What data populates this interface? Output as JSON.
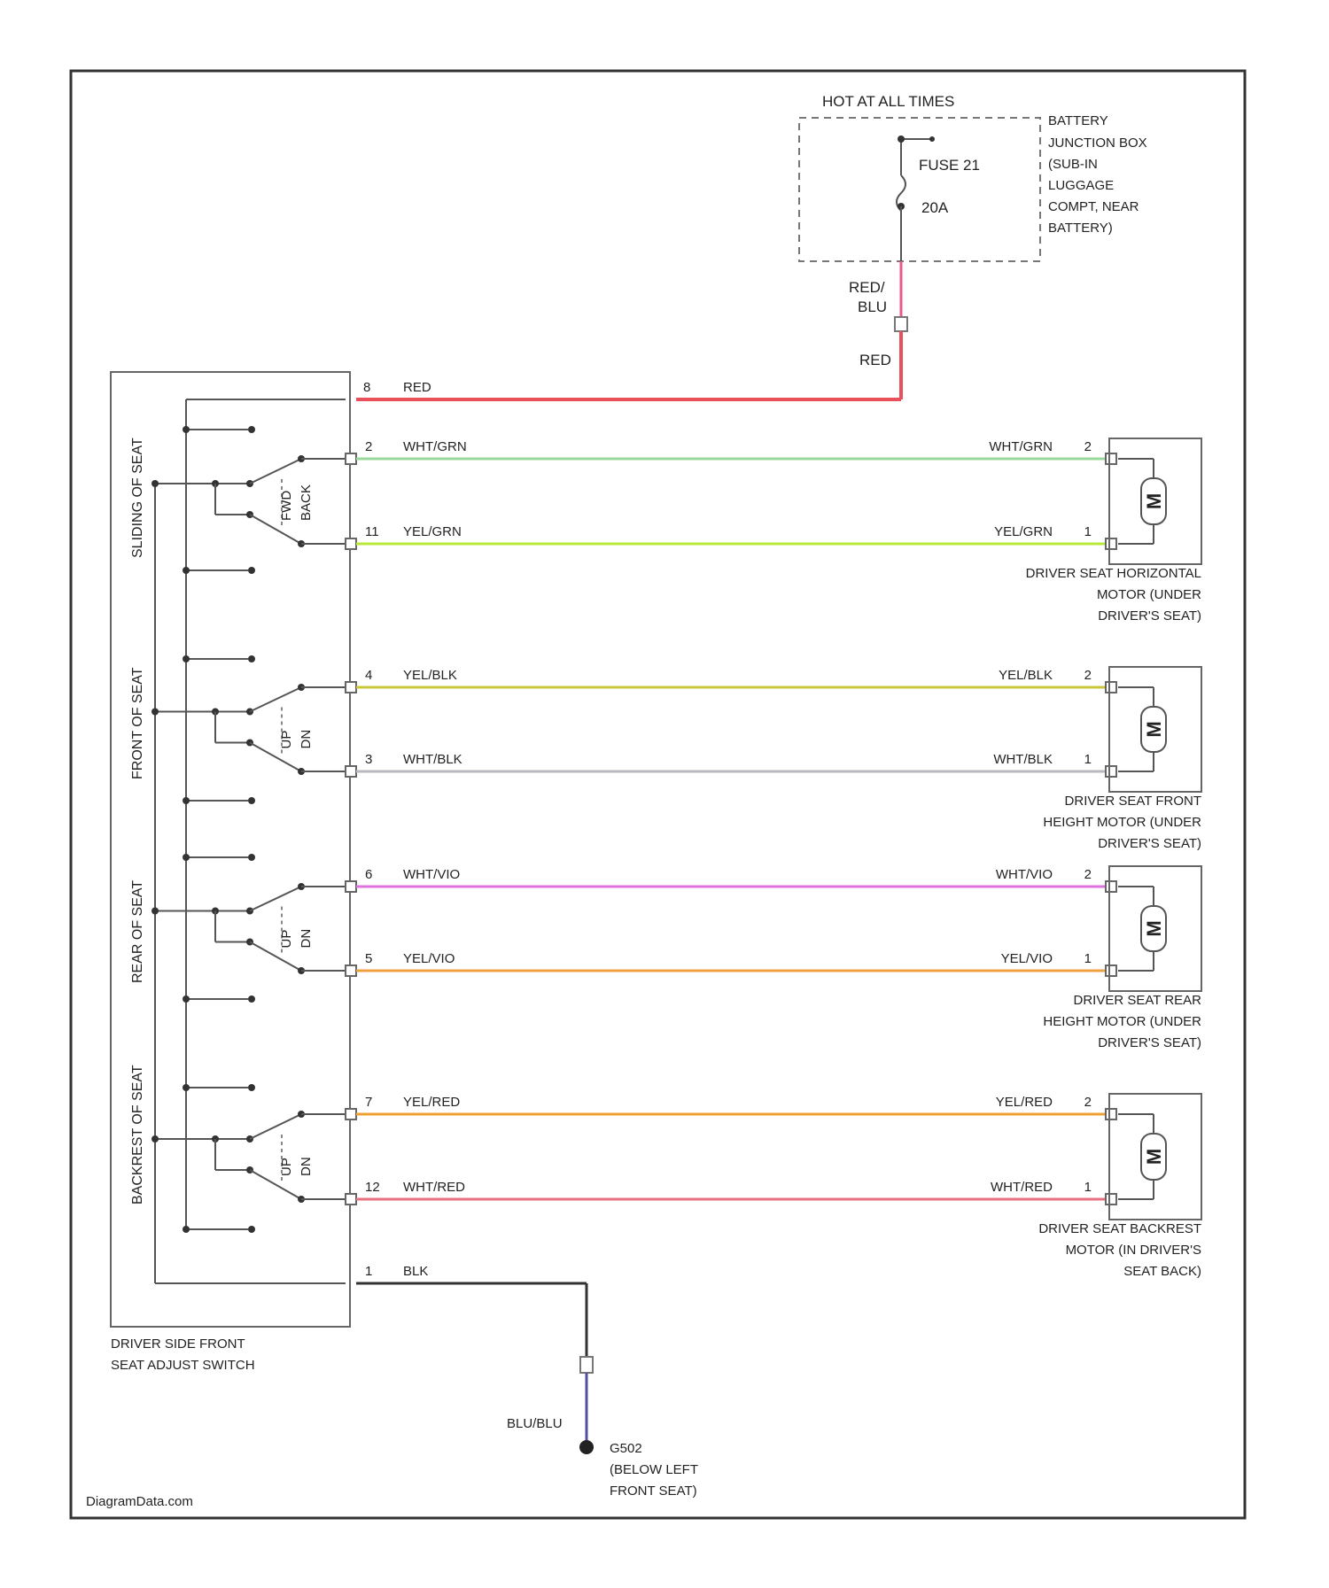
{
  "colors": {
    "red": "#e8505a",
    "pink": "#e85a8a",
    "wht_grn": "#9ad89a",
    "yel_grn": "#b8e83a",
    "yel_blk": "#c8c83a",
    "wht_blk": "#b8b8c0",
    "wht_vio": "#e070e0",
    "yel_vio": "#f0a040",
    "yel_red": "#f0a030",
    "wht_red": "#e87080",
    "blk": "#333333",
    "blu_blk": "#5050a0",
    "frame": "#333333",
    "component": "#666666"
  },
  "power": {
    "hot_label": "HOT AT ALL TIMES",
    "fuse_name": "FUSE 21",
    "fuse_rating": "20A",
    "junction_box": [
      "BATTERY",
      "JUNCTION BOX",
      "(SUB-IN",
      "LUGGAGE",
      "COMPT, NEAR",
      "BATTERY)"
    ],
    "wire_upper": [
      "RED/",
      "BLU"
    ],
    "wire_lower": "RED"
  },
  "switch": {
    "name": [
      "DRIVER SIDE FRONT",
      "SEAT ADJUST SWITCH"
    ],
    "pin_power": "8",
    "power_wire": "RED",
    "ground_pin": "1",
    "ground_wire": "BLK",
    "sections": [
      {
        "label": "SLIDING OF SEAT",
        "switch_text": [
          "FWD",
          "BACK"
        ]
      },
      {
        "label": "FRONT OF SEAT",
        "switch_text": [
          "UP",
          "DN"
        ]
      },
      {
        "label": "REAR OF SEAT",
        "switch_text": [
          "UP",
          "DN"
        ]
      },
      {
        "label": "BACKREST OF SEAT",
        "switch_text": [
          "UP",
          "DN"
        ]
      }
    ]
  },
  "motors": [
    {
      "wires": [
        {
          "sw_pin": "2",
          "color_key": "wht_grn",
          "label": "WHT/GRN",
          "motor_pin": "2"
        },
        {
          "sw_pin": "11",
          "color_key": "yel_grn",
          "label": "YEL/GRN",
          "motor_pin": "1"
        }
      ],
      "symbol": "M",
      "name": [
        "DRIVER SEAT HORIZONTAL",
        "MOTOR (UNDER",
        "DRIVER'S SEAT)"
      ]
    },
    {
      "wires": [
        {
          "sw_pin": "4",
          "color_key": "yel_blk",
          "label": "YEL/BLK",
          "motor_pin": "2"
        },
        {
          "sw_pin": "3",
          "color_key": "wht_blk",
          "label": "WHT/BLK",
          "motor_pin": "1"
        }
      ],
      "symbol": "M",
      "name": [
        "DRIVER SEAT FRONT",
        "HEIGHT MOTOR (UNDER",
        "DRIVER'S SEAT)"
      ]
    },
    {
      "wires": [
        {
          "sw_pin": "6",
          "color_key": "wht_vio",
          "label": "WHT/VIO",
          "motor_pin": "2"
        },
        {
          "sw_pin": "5",
          "color_key": "yel_vio",
          "label": "YEL/VIO",
          "motor_pin": "1"
        }
      ],
      "symbol": "M",
      "name": [
        "DRIVER SEAT REAR",
        "HEIGHT MOTOR (UNDER",
        "DRIVER'S SEAT)"
      ]
    },
    {
      "wires": [
        {
          "sw_pin": "7",
          "color_key": "yel_red",
          "label": "YEL/RED",
          "motor_pin": "2"
        },
        {
          "sw_pin": "12",
          "color_key": "wht_red",
          "label": "WHT/RED",
          "motor_pin": "1"
        }
      ],
      "symbol": "M",
      "name": [
        "DRIVER SEAT BACKREST",
        "MOTOR (IN DRIVER'S",
        "SEAT BACK)"
      ]
    }
  ],
  "ground": {
    "wire_label": "BLU/BLU",
    "name": [
      "G502",
      "(BELOW LEFT",
      "FRONT SEAT)"
    ]
  },
  "footer": "DiagramData.com"
}
